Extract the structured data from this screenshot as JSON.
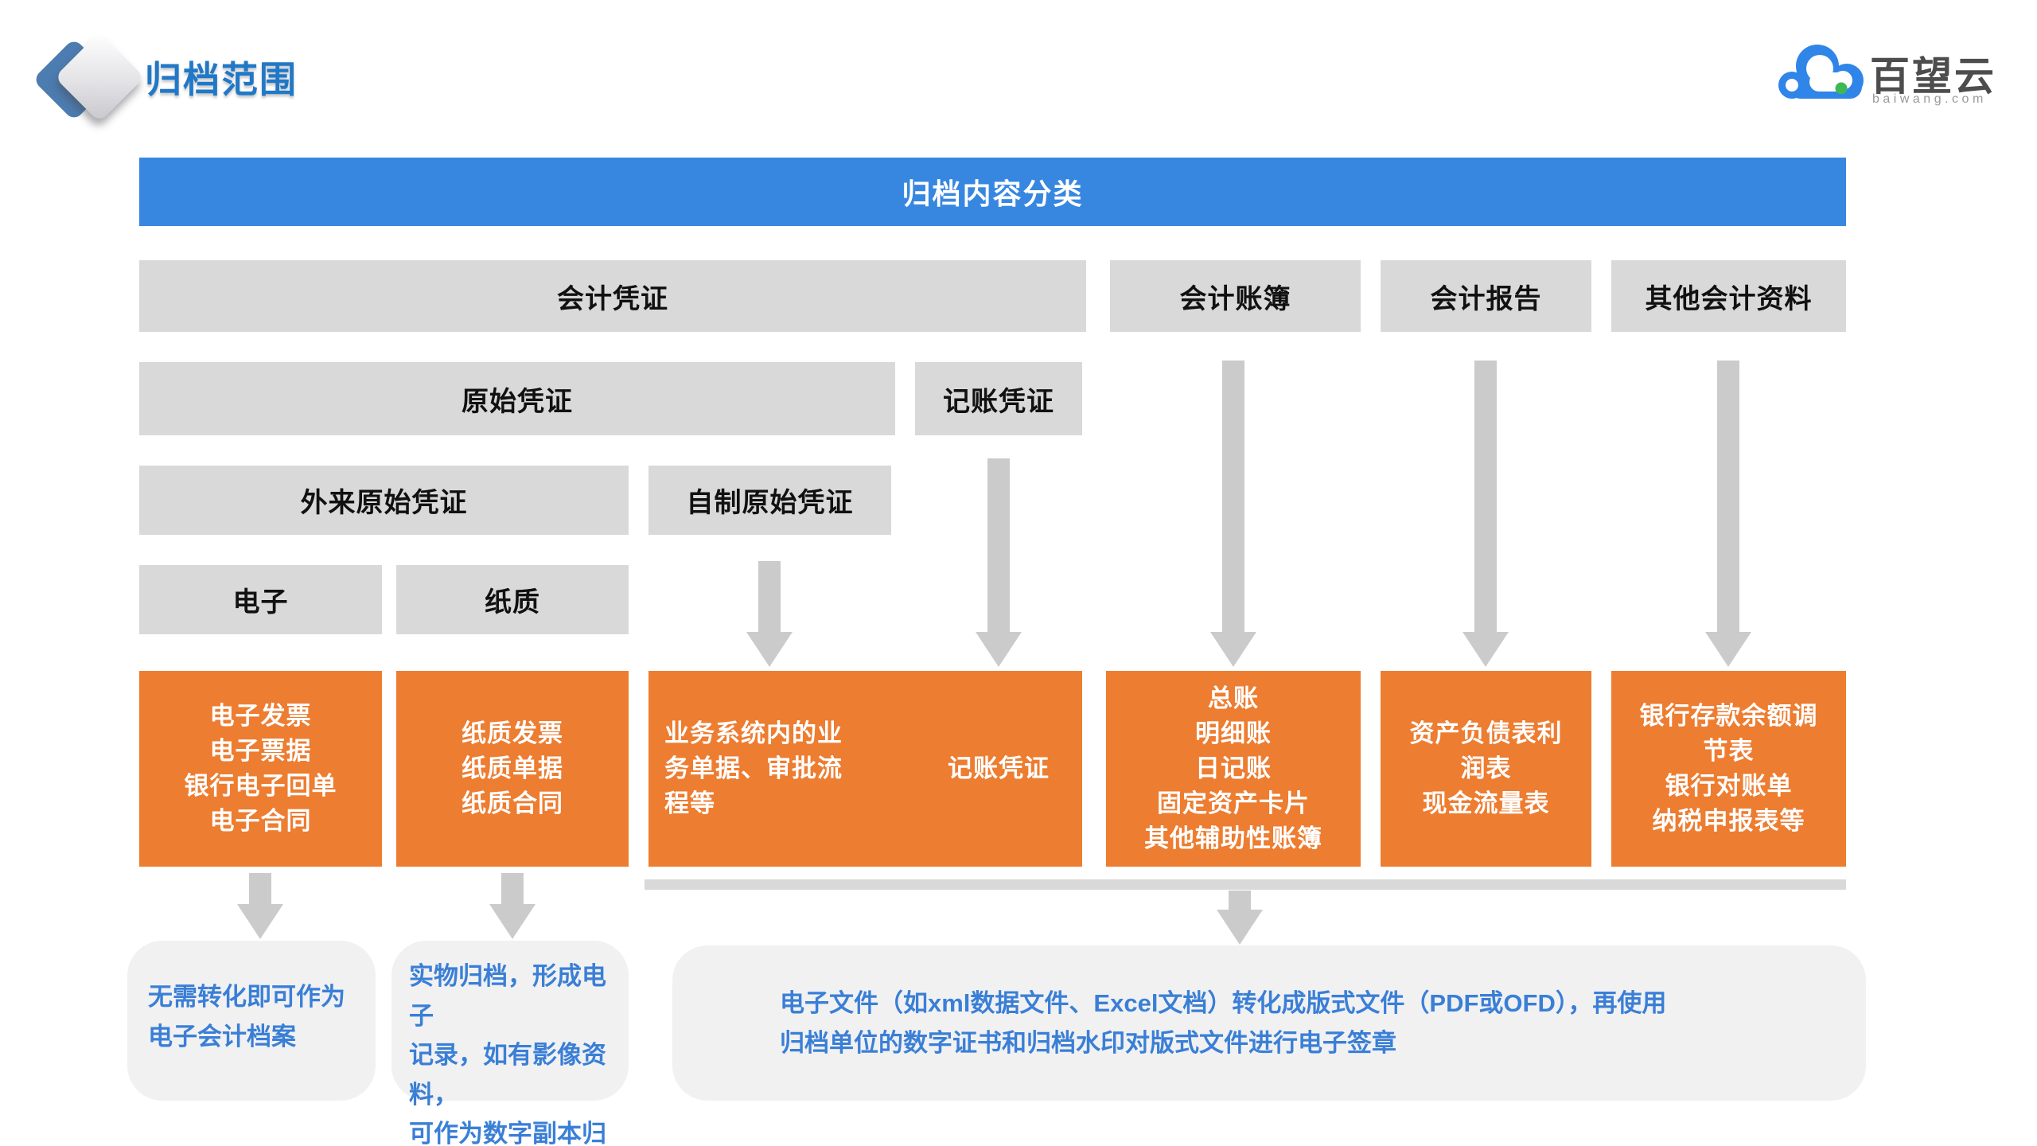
{
  "page_title": "归档范围",
  "logo": {
    "name": "百望云",
    "domain": "baiwang.com"
  },
  "banner": "归档内容分类",
  "level1": {
    "vouchers": "会计凭证",
    "books": "会计账簿",
    "reports": "会计报告",
    "other": "其他会计资料"
  },
  "level2": {
    "original": "原始凭证",
    "bookkeeping": "记账凭证"
  },
  "level3": {
    "external": "外来原始凭证",
    "self_made": "自制原始凭证"
  },
  "level4": {
    "electronic": "电子",
    "paper": "纸质"
  },
  "orange_boxes": [
    "电子发票\n电子票据\n银行电子回单\n电子合同",
    "纸质发票\n纸质单据\n纸质合同",
    "业务系统内的业\n务单据、审批流\n程等",
    "记账凭证",
    "总账\n明细账\n日记账\n固定资产卡片\n其他辅助性账簿",
    "资产负债表利\n润表\n现金流量表",
    "银行存款余额调\n节表\n银行对账单\n纳税申报表等"
  ],
  "notes": [
    "无需转化即可作为\n电子会计档案",
    "实物归档，形成电子\n记录，如有影像资料，\n可作为数字副本归档",
    "电子文件（如xml数据文件、Excel文档）转化成版式文件（PDF或OFD），再使用\n归档单位的数字证书和归档水印对版式文件进行电子签章"
  ],
  "colors": {
    "banner_blue": "#3787E0",
    "box_grey": "#D9D9D9",
    "box_orange": "#ED7D31",
    "note_bg": "#F1F1F2",
    "note_text_blue": "#3A7FD6",
    "title_blue": "#2178C6",
    "arrow_grey": "#CBCBCB",
    "logo_cloud_blue": "#2F85E8",
    "logo_dot_green": "#3DB852",
    "logo_text_grey": "#4D4D4D"
  }
}
